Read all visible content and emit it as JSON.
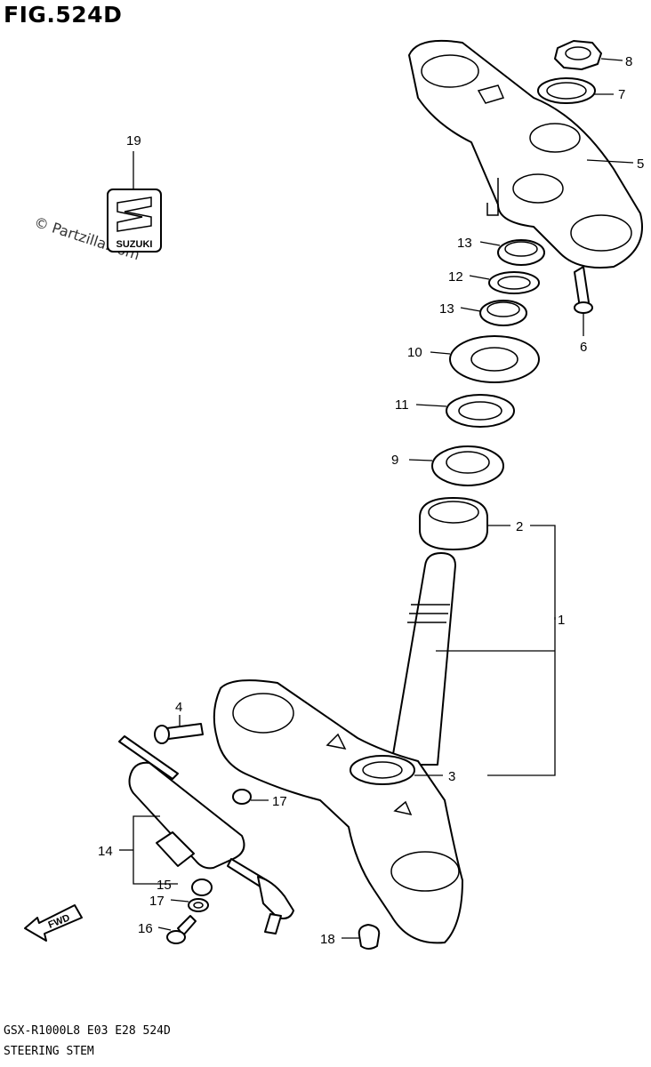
{
  "figure": {
    "title": "FIG.524D",
    "model_code": "GSX-R1000L8  E03  E28  524D",
    "section_name": "STEERING STEM",
    "watermark": "© Partzilla.com",
    "emblem_text": "SUZUKI",
    "fwd_label": "FWD"
  },
  "callouts": [
    {
      "id": "1",
      "label": "1"
    },
    {
      "id": "2",
      "label": "2"
    },
    {
      "id": "3",
      "label": "3"
    },
    {
      "id": "4",
      "label": "4"
    },
    {
      "id": "5",
      "label": "5"
    },
    {
      "id": "6",
      "label": "6"
    },
    {
      "id": "7",
      "label": "7"
    },
    {
      "id": "8",
      "label": "8"
    },
    {
      "id": "9",
      "label": "9"
    },
    {
      "id": "10",
      "label": "10"
    },
    {
      "id": "11",
      "label": "11"
    },
    {
      "id": "12",
      "label": "12"
    },
    {
      "id": "13a",
      "label": "13"
    },
    {
      "id": "13b",
      "label": "13"
    },
    {
      "id": "14",
      "label": "14"
    },
    {
      "id": "15",
      "label": "15"
    },
    {
      "id": "16",
      "label": "16"
    },
    {
      "id": "17a",
      "label": "17"
    },
    {
      "id": "17b",
      "label": "17"
    },
    {
      "id": "18",
      "label": "18"
    },
    {
      "id": "19",
      "label": "19"
    }
  ]
}
